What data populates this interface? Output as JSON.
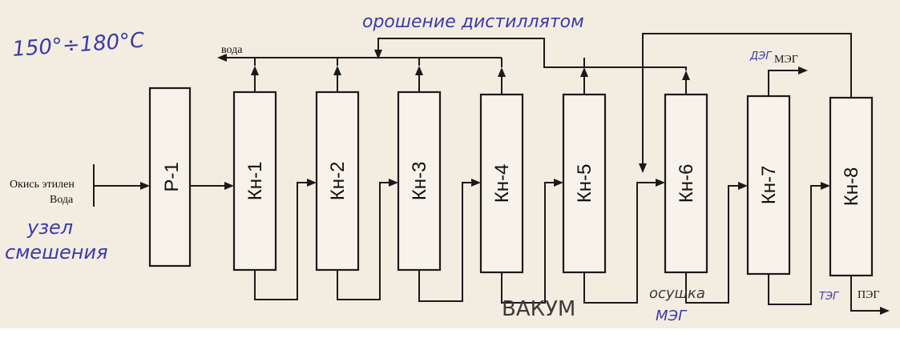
{
  "units": [
    "Р-1",
    "Кн-1",
    "Кн-2",
    "Кн-3",
    "Кн-4",
    "Кн-5",
    "Кн-6",
    "Кн-7",
    "Кн-8"
  ],
  "inputs": {
    "line1": "Окись этилен",
    "line2": "Вода"
  },
  "outputs": {
    "water": "вода",
    "meg": "МЭГ",
    "peg": "ПЭГ"
  },
  "annotations": {
    "temperature": "150°÷180°С",
    "reflux": "орошение дистиллятом",
    "mixing_node_1": "узел",
    "mixing_node_2": "смешения",
    "vacuum": "ВАКУМ",
    "drying_1": "осушка",
    "drying_2": "МЭГ",
    "deg_top": "ДЭГ",
    "teg_bottom": "ТЭГ"
  },
  "colors": {
    "paper": "#f3ede1",
    "ink": "#1a1a1a",
    "pen_blue": "#3b3aa8"
  }
}
